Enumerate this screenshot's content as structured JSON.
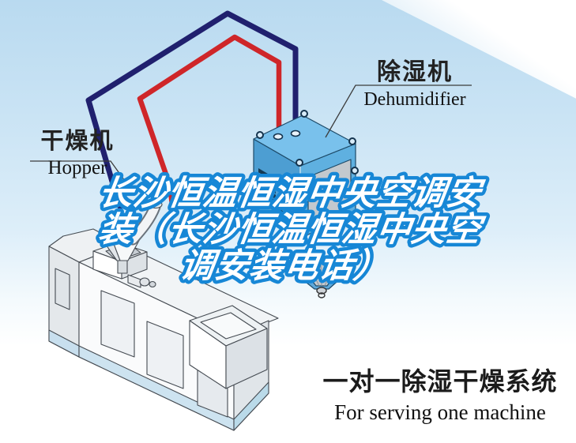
{
  "title": {
    "line1": "长沙恒温恒湿中央空调安",
    "line2": "装（长沙恒温恒湿中央空",
    "line3": "调安装电话）",
    "full_text": "长沙恒温恒湿中央空调安装（长沙恒温恒湿中央空调安装电话）",
    "fill_color": "#ffffff",
    "outline_color": "#1787d6"
  },
  "labels": {
    "dehumidifier": {
      "zh": "除湿机",
      "en": "Dehumidifier"
    },
    "hopper": {
      "zh": "干燥机",
      "en": "Hopper"
    }
  },
  "caption": {
    "zh": "一对一除湿干燥系统",
    "en": "For serving one machine"
  },
  "illustration": {
    "dehumidifier_unit": "blue dehumidifier cabinet with vents, lifting rings and cone discharge",
    "hopper_machine": "injection molding machine with hopper dryer funnel",
    "pipe_return": "dark blue return air hose",
    "pipe_supply": "red dry air hose"
  },
  "colors": {
    "background_top": "#b9daf0",
    "background_bottom": "#ffffff",
    "pipe_red": "#cf2629",
    "pipe_blue": "#20206e",
    "unit_blue_top": "#79c1ec",
    "unit_blue_left": "#4d9ed2",
    "unit_blue_right": "#5fb0e0",
    "vent_dark": "#163a54",
    "title_outline": "#1787d6",
    "caption_text": "#1b1b1b"
  }
}
